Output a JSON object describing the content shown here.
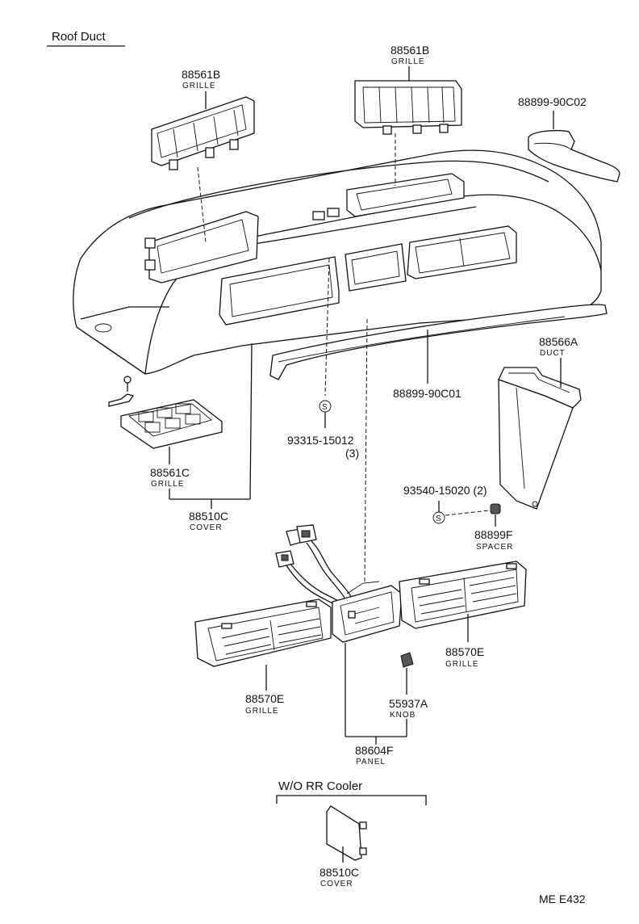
{
  "section_title": "Roof Duct",
  "parts": {
    "grille_top_left": {
      "number": "88561B",
      "name": "GRILLE"
    },
    "grille_top_right": {
      "number": "88561B",
      "name": "GRILLE"
    },
    "molding_upper": {
      "number": "88899-90C02"
    },
    "duct": {
      "number": "88566A",
      "name": "DUCT"
    },
    "molding_lower": {
      "number": "88899-90C01"
    },
    "screw_left": {
      "symbol": "S",
      "number": "93315-15012",
      "qty": "(3)"
    },
    "screw_right": {
      "symbol": "S",
      "number": "93540-15020 (2)"
    },
    "spacer": {
      "number": "88899F",
      "name": "SPACER"
    },
    "grille_small": {
      "number": "88561C",
      "name": "GRILLE"
    },
    "cover_main": {
      "number": "88510C",
      "name": "COVER"
    },
    "grille_lower_left": {
      "number": "88570E",
      "name": "GRILLE"
    },
    "grille_lower_right": {
      "number": "88570E",
      "name": "GRILLE"
    },
    "knob": {
      "number": "55937A",
      "name": "KNOB"
    },
    "panel": {
      "number": "88604F",
      "name": "PANEL"
    },
    "cover_wo": {
      "number": "88510C",
      "name": "COVER"
    }
  },
  "wo_section_title": "W/O  RR  Cooler",
  "diagram_code": "ME  E432"
}
